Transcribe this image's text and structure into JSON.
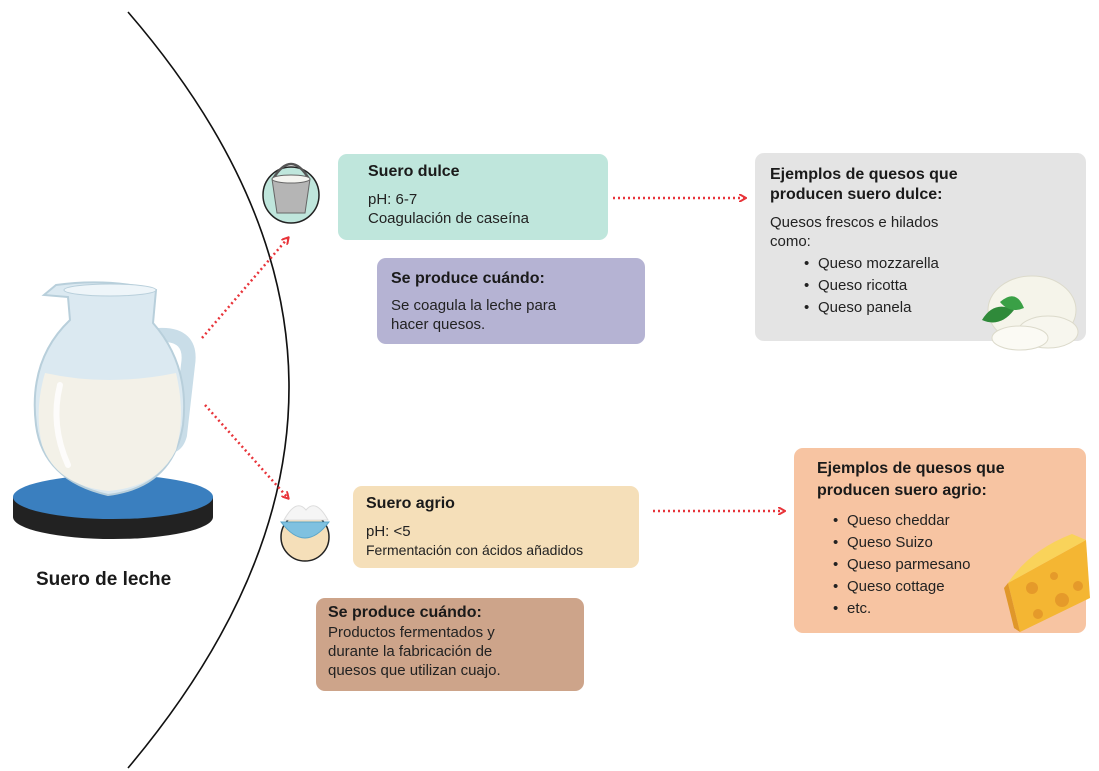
{
  "main_label": "Suero de leche",
  "sweet": {
    "title": "Suero dulce",
    "lines": [
      "pH: 6-7",
      "Coagulación de caseína"
    ]
  },
  "sweet_when": {
    "title": "Se produce cuándo:",
    "lines": [
      "Se coagula la leche para",
      "hacer quesos."
    ]
  },
  "sweet_examples": {
    "title_lines": [
      "Ejemplos de quesos que",
      "producen suero dulce:"
    ],
    "intro_lines": [
      "Quesos frescos e hilados",
      "como:"
    ],
    "items": [
      "Queso mozzarella",
      "Queso ricotta",
      "Queso panela"
    ]
  },
  "sour": {
    "title": "Suero agrio",
    "lines": [
      "pH: <5",
      "Fermentación con ácidos añadidos"
    ]
  },
  "sour_when": {
    "title": "Se produce cuándo:",
    "lines": [
      "Productos fermentados y",
      "durante la fabricación de",
      "quesos que utilizan cuajo."
    ]
  },
  "sour_examples": {
    "title_lines": [
      "Ejemplos de quesos que",
      "producen suero agrio:"
    ],
    "items": [
      "Queso cheddar",
      "Queso Suizo",
      "Queso parmesano",
      "Queso cottage",
      "etc."
    ]
  },
  "colors": {
    "sweet_box": "#bfe6dc",
    "sweet_when_box": "#b5b3d3",
    "sweet_examples_box": "#e4e4e4",
    "sour_box": "#f5dfb9",
    "sour_when_box": "#cda48a",
    "sour_examples_box": "#f7c4a2",
    "arrow": "#e8343a",
    "arc": "#111111"
  },
  "icons": [
    "milk-jug-icon",
    "milk-bucket-icon",
    "sour-cream-bowl-icon",
    "mozzarella-icon",
    "swiss-cheese-icon"
  ]
}
